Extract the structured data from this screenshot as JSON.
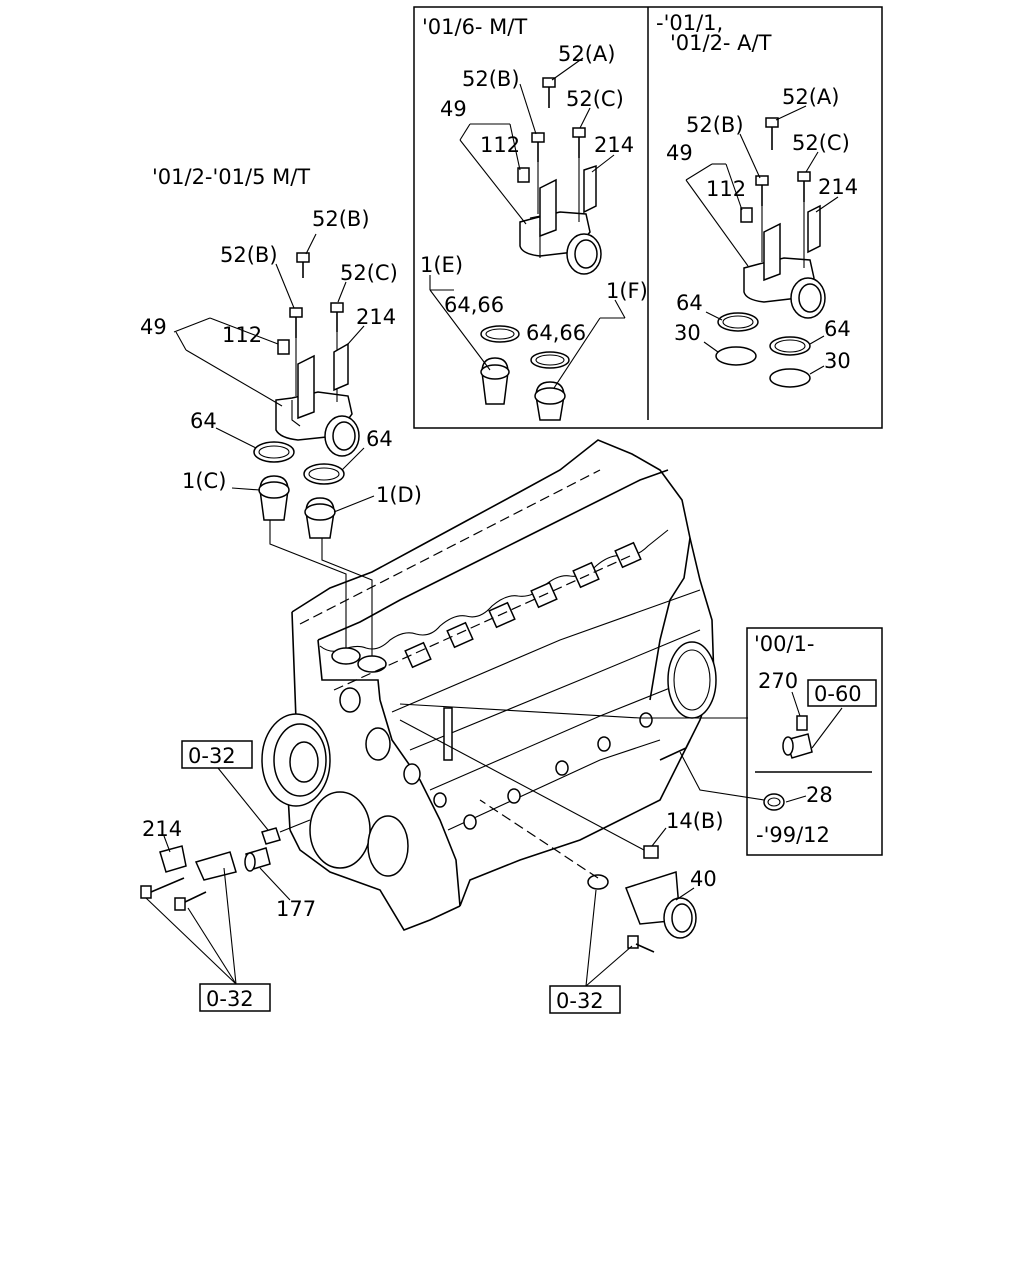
{
  "inset_boxes": {
    "mt_0106": {
      "title": "'01/6- M/T"
    },
    "at_0101": {
      "title_line1": "-'01/1,",
      "title_line2": "'01/2- A/T"
    },
    "year_0001": {
      "title": "'00/1-",
      "footer": "-'99/12"
    }
  },
  "section_label_left": "'01/2-'01/5 M/T",
  "callouts": {
    "left": {
      "c52b_top": "52(B)",
      "c52b": "52(B)",
      "c52c": "52(C)",
      "c49": "49",
      "c112": "112",
      "c214": "214",
      "c64a": "64",
      "c64b": "64",
      "c1c": "1(C)",
      "c1d": "1(D)"
    },
    "mt": {
      "c52a": "52(A)",
      "c52b": "52(B)",
      "c52c": "52(C)",
      "c49": "49",
      "c112": "112",
      "c214": "214",
      "c1e": "1(E)",
      "c6466a": "64,66",
      "c1f": "1(F)",
      "c6466b": "64,66"
    },
    "at": {
      "c52a": "52(A)",
      "c52b": "52(B)",
      "c52c": "52(C)",
      "c49": "49",
      "c112": "112",
      "c214": "214",
      "c64a": "64",
      "c30a": "30",
      "c64b": "64",
      "c30b": "30"
    },
    "year": {
      "c270": "270",
      "c28": "28"
    },
    "bottom": {
      "c214": "214",
      "c177": "177",
      "c14b": "14(B)",
      "c40": "40"
    }
  },
  "ref_boxes": {
    "r032_left_top": "0-32",
    "r032_left_bottom": "0-32",
    "r032_right_bottom": "0-32",
    "r060": "0-60"
  }
}
